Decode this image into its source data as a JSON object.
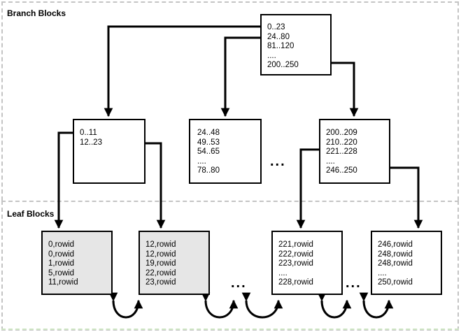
{
  "regions": {
    "branch_label": "Branch Blocks",
    "leaf_label": "Leaf Blocks"
  },
  "ellipsis": "...",
  "blocks": {
    "root": [
      "0..23",
      "24..80",
      "81..120",
      "....",
      "200..250"
    ],
    "branch_1": [
      "0..11",
      "12..23"
    ],
    "branch_2": [
      "24..48",
      "49..53",
      "54..65",
      "....",
      "78..80"
    ],
    "branch_3": [
      "200..209",
      "210..220",
      "221..228",
      "....",
      "246..250"
    ],
    "leaf_1": [
      "0,rowid",
      "0,rowid",
      "1,rowid",
      "5,rowid",
      "11,rowid"
    ],
    "leaf_2": [
      "12,rowid",
      "12,rowid",
      "19,rowid",
      "22,rowid",
      "23,rowid"
    ],
    "leaf_3": [
      "221,rowid",
      "222,rowid",
      "223,rowid",
      "....",
      "228,rowid"
    ],
    "leaf_4": [
      "246,rowid",
      "248,rowid",
      "248,rowid",
      "....",
      "250,rowid"
    ]
  }
}
